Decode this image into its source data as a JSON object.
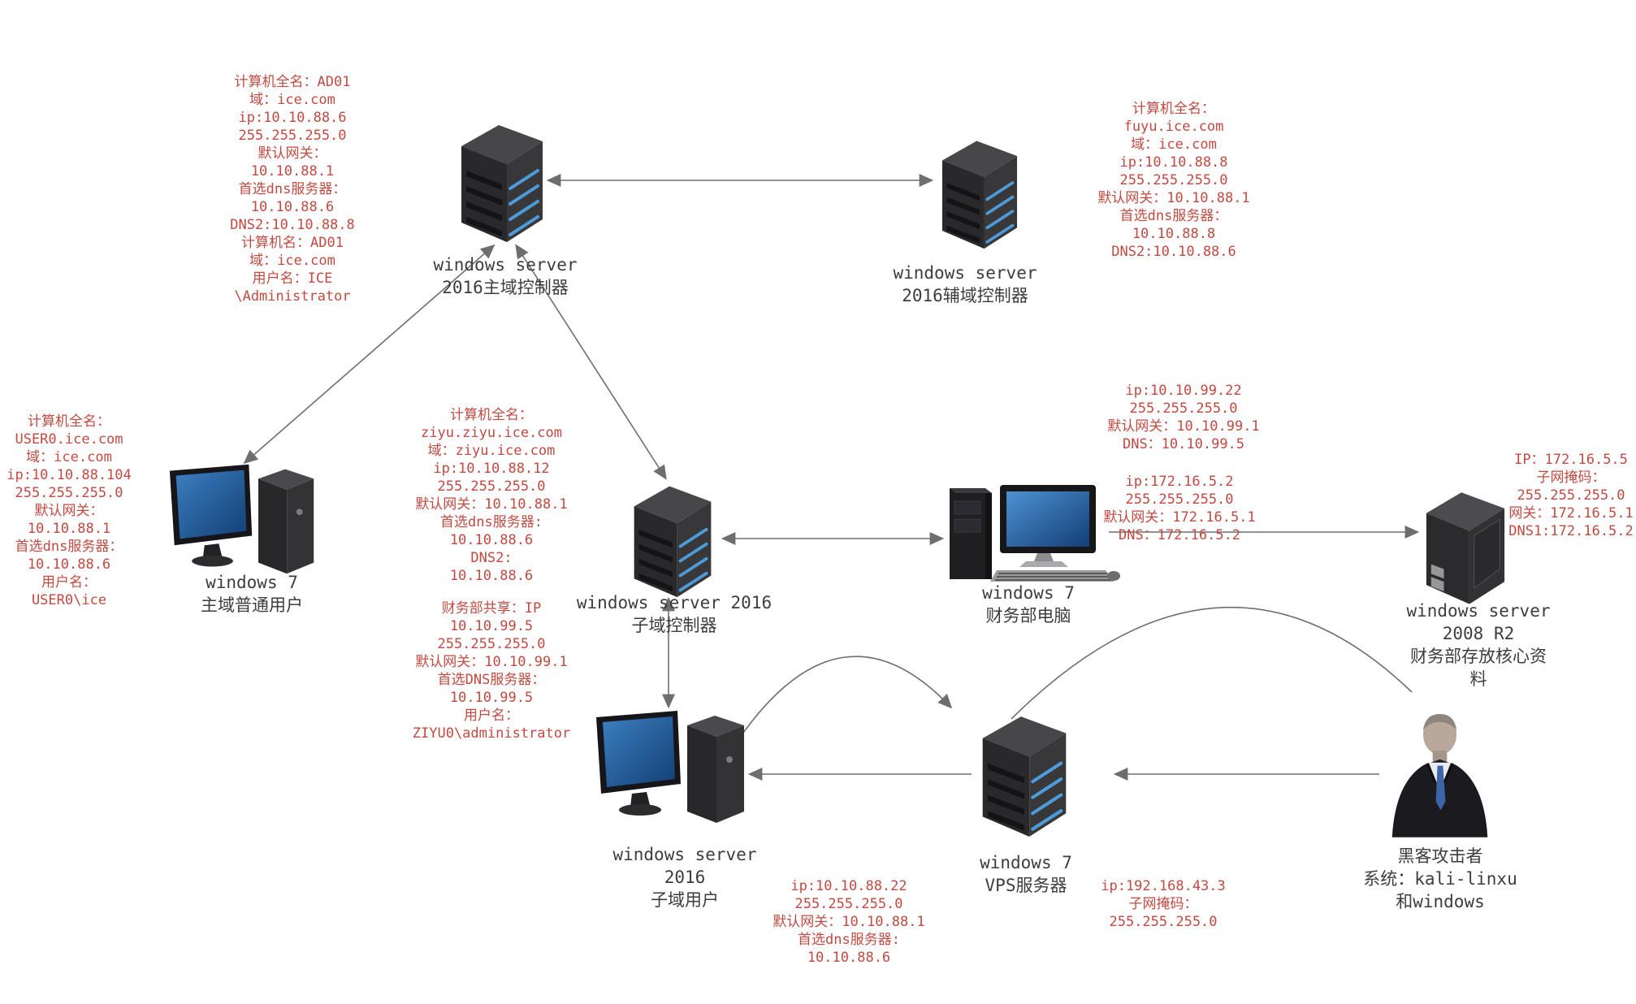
{
  "diagram_type": "network-topology",
  "colors": {
    "note_red": "#c24a41",
    "label_dark": "#3d3d3d",
    "line_gray": "#6e6e6e",
    "screen_blue": "#2f74b5",
    "led_blue": "#4d9bd9"
  },
  "nodes": {
    "dc_main": {
      "icon": "server-icon",
      "label": "windows server\n2016主域控制器"
    },
    "dc_backup": {
      "icon": "server-icon",
      "label": "windows server\n2016辅域控制器"
    },
    "win7_main_user": {
      "icon": "desktop-icon",
      "label": "windows 7\n主域普通用户"
    },
    "child_dc": {
      "icon": "server-icon",
      "label": "windows server 2016\n子域控制器"
    },
    "finance_pc": {
      "icon": "workstation-icon",
      "label": "windows 7\n财务部电脑"
    },
    "ws2008": {
      "icon": "server-icon",
      "label": "windows server\n2008 R2\n财务部存放核心资\n料"
    },
    "child_user": {
      "icon": "desktop-icon",
      "label": "windows server\n2016\n子域用户"
    },
    "vps": {
      "icon": "server-icon",
      "label": "windows 7\nVPS服务器"
    },
    "hacker": {
      "icon": "person-icon",
      "label": "黑客攻击者\n系统：kali-linxu\n和windows"
    }
  },
  "notes": {
    "dc_main_info": "计算机全名：AD01\n域：ice.com\nip:10.10.88.6\n255.255.255.0\n默认网关：\n10.10.88.1\n首选dns服务器：\n10.10.88.6\nDNS2:10.10.88.8\n计算机名：AD01\n域：ice.com\n用户名：ICE\n\\Administrator",
    "dc_backup_info": "计算机全名：\nfuyu.ice.com\n域：ice.com\nip:10.10.88.8\n255.255.255.0\n默认网关：10.10.88.1\n首选dns服务器：\n10.10.88.8\nDNS2:10.10.88.6",
    "win7_main_user_info": "计算机全名：\nUSER0.ice.com\n域：ice.com\nip:10.10.88.104\n255.255.255.0\n默认网关：\n10.10.88.1\n首选dns服务器：\n10.10.88.6\n用户名：\nUSER0\\ice",
    "child_dc_info": "计算机全名：\nziyu.ziyu.ice.com\n域：ziyu.ice.com\nip:10.10.88.12\n255.255.255.0\n默认网关：10.10.88.1\n首选dns服务器:\n10.10.88.6\nDNS2:\n10.10.88.6",
    "finance_share_info": "财务部共享：IP\n10.10.99.5\n255.255.255.0\n默认网关：10.10.99.1\n首选DNS服务器：\n10.10.99.5\n用户名：\nZIYU0\\administrator",
    "finance_pc_lan_info": "ip:10.10.99.22\n255.255.255.0\n默认网关：10.10.99.1\nDNS：10.10.99.5",
    "finance_pc_wan_info": "ip:172.16.5.2\n255.255.255.0\n默认网关：172.16.5.1\nDNS：172.16.5.2",
    "ws2008_info": "IP：172.16.5.5\n子网掩码：\n255.255.255.0\n网关：172.16.5.1\nDNS1:172.16.5.2",
    "child_user_info": "ip:10.10.88.22\n255.255.255.0\n默认网关：10.10.88.1\n首选dns服务器:\n10.10.88.6",
    "vps_info": "ip:192.168.43.3\n子网掩码：\n255.255.255.0"
  },
  "connections": [
    {
      "from": "dc_main",
      "to": "dc_backup",
      "style": "straight",
      "arrows": "both"
    },
    {
      "from": "dc_main",
      "to": "win7_main_user",
      "style": "straight",
      "arrows": "both"
    },
    {
      "from": "dc_main",
      "to": "child_dc",
      "style": "straight",
      "arrows": "both"
    },
    {
      "from": "child_dc",
      "to": "finance_pc",
      "style": "straight",
      "arrows": "both"
    },
    {
      "from": "child_dc",
      "to": "child_user",
      "style": "straight",
      "arrows": "both"
    },
    {
      "from": "finance_pc",
      "to": "ws2008",
      "style": "straight",
      "arrows": "end"
    },
    {
      "from": "vps",
      "to": "child_user",
      "style": "straight",
      "arrows": "end"
    },
    {
      "from": "hacker",
      "to": "vps",
      "style": "straight",
      "arrows": "end"
    },
    {
      "from": "child_user",
      "to": "vps",
      "style": "arc",
      "arrows": "end"
    },
    {
      "from": "vps",
      "to": "hacker",
      "style": "arc",
      "arrows": "none"
    }
  ]
}
